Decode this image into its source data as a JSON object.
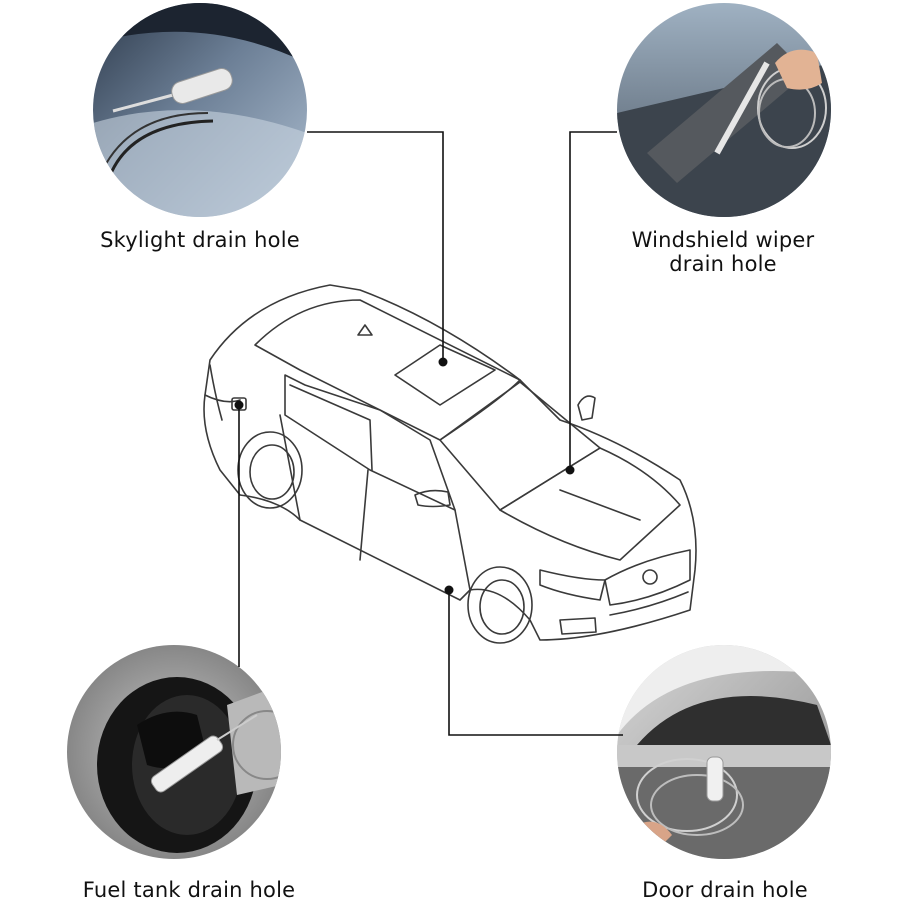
{
  "callouts": {
    "skylight": {
      "label": "Skylight drain hole"
    },
    "wiper": {
      "line1": "Windshield wiper",
      "line2": "drain hole"
    },
    "fuel": {
      "label": "Fuel tank drain hole"
    },
    "door": {
      "label": "Door drain hole"
    }
  },
  "icons": {
    "skylight_photo": "skylight-drain-photo-icon",
    "wiper_photo": "windshield-wiper-drain-photo-icon",
    "fuel_photo": "fuel-tank-drain-photo-icon",
    "door_photo": "door-drain-photo-icon",
    "car": "sedan-line-drawing-icon"
  },
  "colors": {
    "line": "#111111",
    "car_stroke": "#3a3a3a"
  }
}
